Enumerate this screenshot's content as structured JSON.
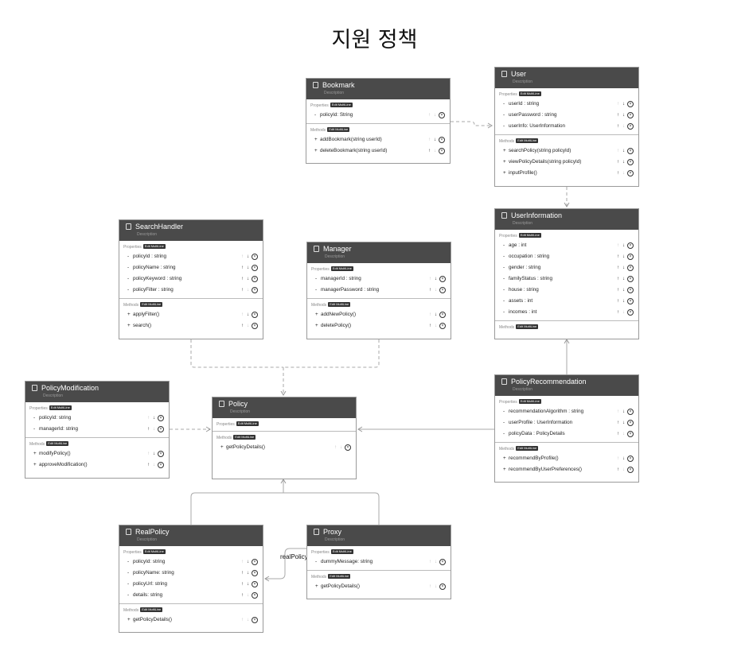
{
  "title": "지원 정책",
  "ui": {
    "properties": "Properties",
    "methods": "Methods",
    "edit": "Edit MultiLine",
    "description": "Description"
  },
  "edge_label": "realPolicy",
  "classes": {
    "bookmark": {
      "name": "Bookmark",
      "properties": [
        {
          "vis": "-",
          "text": "policyId: String"
        }
      ],
      "methods": [
        {
          "vis": "+",
          "text": "addBookmark(string userId)"
        },
        {
          "vis": "+",
          "text": "deleteBookmark(string userId)"
        }
      ]
    },
    "user": {
      "name": "User",
      "properties": [
        {
          "vis": "-",
          "text": "userId : string"
        },
        {
          "vis": "-",
          "text": "userPassword : string"
        },
        {
          "vis": "-",
          "text": "userInfo: UserInformation"
        }
      ],
      "methods": [
        {
          "vis": "+",
          "text": "searchPolicy(string policyId)"
        },
        {
          "vis": "+",
          "text": "viewPolicyDetails(string policyId)"
        },
        {
          "vis": "+",
          "text": "inputProfile()"
        }
      ]
    },
    "userinfo": {
      "name": "UserInformation",
      "properties": [
        {
          "vis": "-",
          "text": "age : int"
        },
        {
          "vis": "-",
          "text": "occupation : string"
        },
        {
          "vis": "-",
          "text": "gender : string"
        },
        {
          "vis": "-",
          "text": "familyStatus : string"
        },
        {
          "vis": "-",
          "text": "house : string"
        },
        {
          "vis": "-",
          "text": "assets : int"
        },
        {
          "vis": "-",
          "text": "incomes : int"
        }
      ],
      "methods": []
    },
    "searchhandler": {
      "name": "SearchHandler",
      "properties": [
        {
          "vis": "-",
          "text": "policyId : string"
        },
        {
          "vis": "-",
          "text": "policyName : string"
        },
        {
          "vis": "-",
          "text": "policyKeyword : string"
        },
        {
          "vis": "-",
          "text": "policyFilter : string"
        }
      ],
      "methods": [
        {
          "vis": "+",
          "text": "applyFilter()"
        },
        {
          "vis": "+",
          "text": "search()"
        }
      ]
    },
    "manager": {
      "name": "Manager",
      "properties": [
        {
          "vis": "-",
          "text": "managerId : string"
        },
        {
          "vis": "-",
          "text": "managerPassword : string"
        }
      ],
      "methods": [
        {
          "vis": "+",
          "text": "addNewPolicy()"
        },
        {
          "vis": "+",
          "text": "deletePolicy()"
        }
      ]
    },
    "policymod": {
      "name": "PolicyModification",
      "properties": [
        {
          "vis": "-",
          "text": "policyId: string"
        },
        {
          "vis": "-",
          "text": "managerId: string"
        }
      ],
      "methods": [
        {
          "vis": "+",
          "text": "modifyPolicy()"
        },
        {
          "vis": "+",
          "text": "approveModification()"
        }
      ]
    },
    "policy": {
      "name": "Policy",
      "properties": [],
      "methods": [
        {
          "vis": "+",
          "text": "getPolicyDetails()"
        }
      ]
    },
    "policyrec": {
      "name": "PolicyRecommendation",
      "properties": [
        {
          "vis": "-",
          "text": "recommendationAlgorithm : string"
        },
        {
          "vis": "-",
          "text": "userProfile : UserInformation"
        },
        {
          "vis": "-",
          "text": "policyData : PolicyDetails"
        }
      ],
      "methods": [
        {
          "vis": "+",
          "text": "recommendByProfile()"
        },
        {
          "vis": "+",
          "text": "recommendByUserPreferences()"
        }
      ]
    },
    "realpolicy": {
      "name": "RealPolicy",
      "properties": [
        {
          "vis": "-",
          "text": "policyId: string"
        },
        {
          "vis": "-",
          "text": "policyName: string"
        },
        {
          "vis": "-",
          "text": "policyUrl: string"
        },
        {
          "vis": "-",
          "text": "details: string"
        }
      ],
      "methods": [
        {
          "vis": "+",
          "text": "getPolicyDetails()"
        }
      ]
    },
    "proxy": {
      "name": "Proxy",
      "properties": [
        {
          "vis": "-",
          "text": "dummyMessage: string"
        }
      ],
      "methods": [
        {
          "vis": "+",
          "text": "getPolicyDetails()"
        }
      ]
    }
  }
}
